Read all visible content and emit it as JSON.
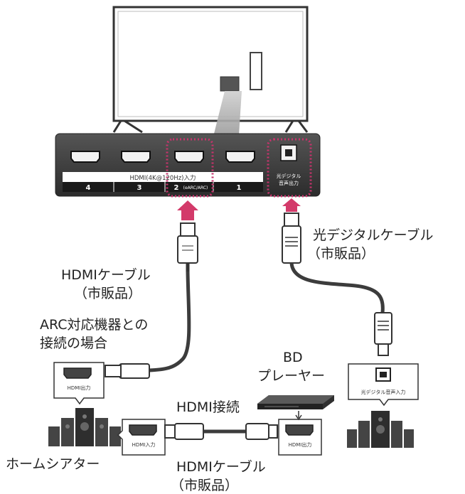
{
  "panel": {
    "hdmi_header": "HDMI(4K@120Hz)入力",
    "port_numbers": [
      "4",
      "3",
      "2",
      "1"
    ],
    "port2_sub": "(eARC/ARC)",
    "optical_label_line1": "光デジタル",
    "optical_label_line2": "音声出力"
  },
  "labels": {
    "optical_cable_line1": "光デジタルケーブル",
    "optical_cable_line2": "（市販品）",
    "hdmi_cable_top_line1": "HDMIケーブル",
    "hdmi_cable_top_line2": "（市販品）",
    "arc_line1": "ARC対応機器との",
    "arc_line2": "接続の場合",
    "bd_line1": "BD",
    "bd_line2": "プレーヤー",
    "hdmi_connection": "HDMI接続",
    "home_theater": "ホームシアター",
    "hdmi_cable_bottom_line1": "HDMIケーブル",
    "hdmi_cable_bottom_line2": "（市販品）"
  },
  "device_tags": {
    "ht_top_hdmi_out": "HDMI出力",
    "ht_bottom_hdmi_in": "HDMI入力",
    "bd_hdmi_out": "HDMI出力",
    "ht_right_optical_in": "光デジタル音声入力"
  },
  "colors": {
    "highlight": "#c8336c",
    "arrow": "#d33a6a",
    "panel": "#3a3a3a",
    "line": "#3c3c3c"
  }
}
